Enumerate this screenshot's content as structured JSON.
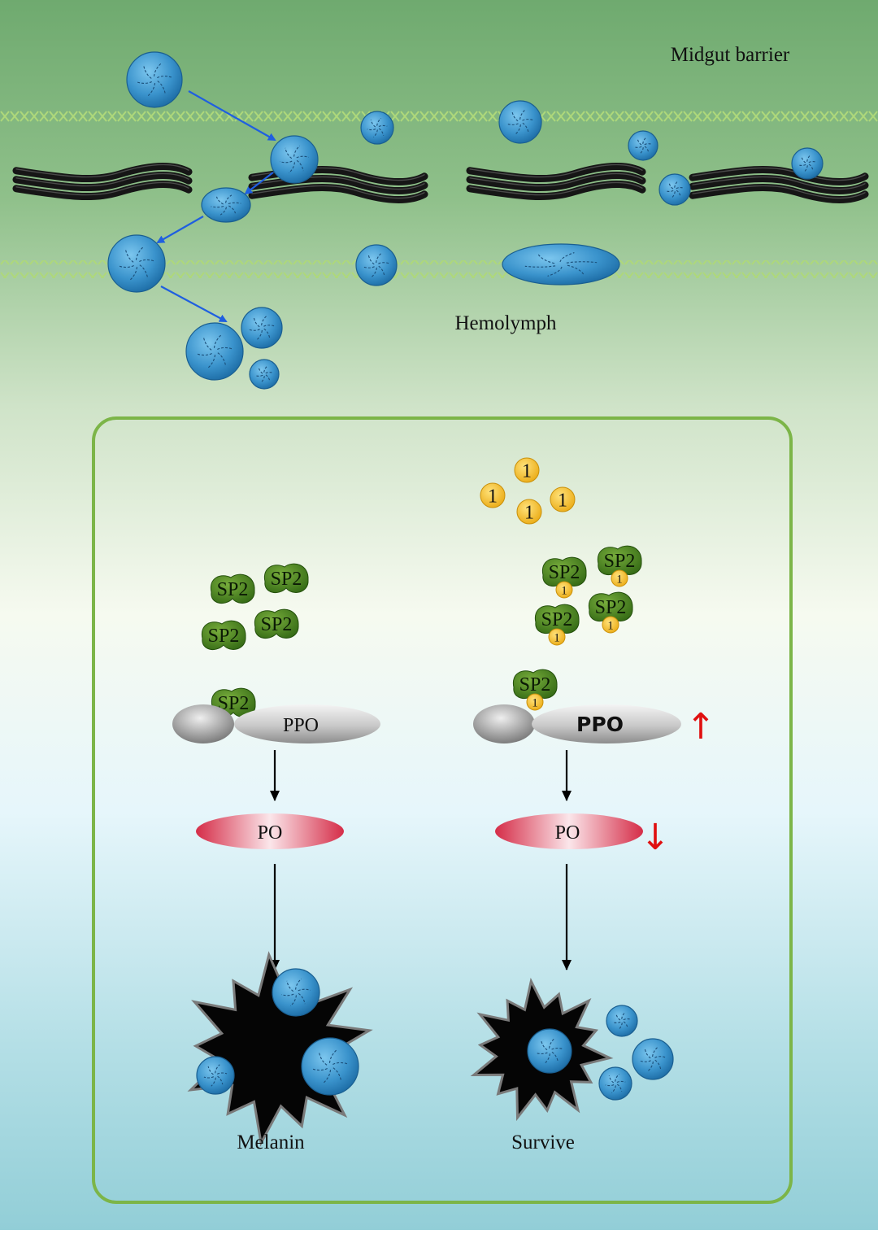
{
  "labels": {
    "midgut_barrier": "Midgut barrier",
    "hemolymph": "Hemolymph",
    "melanin": "Melanin",
    "survive": "Survive"
  },
  "left_pathway": {
    "sp2_label": "SP2",
    "ppo_label": "PPO",
    "po_label": "PO"
  },
  "right_pathway": {
    "inhibitor_label": "1",
    "sp2_label": "SP2",
    "ppo_label": "PPO",
    "po_label": "PO",
    "ppo_change": "↑",
    "po_change": "↓"
  },
  "colors": {
    "spore": "#2f86c2",
    "sp2": "#3d7a1a",
    "inhibitor": "#f4b81c",
    "po": "#d93a52",
    "ppo": "#b9b9b9",
    "arrow_blue": "#1f5fe0",
    "arrow_red": "#e01010",
    "box_border": "#7cb548",
    "membrane": "#a3d070"
  }
}
